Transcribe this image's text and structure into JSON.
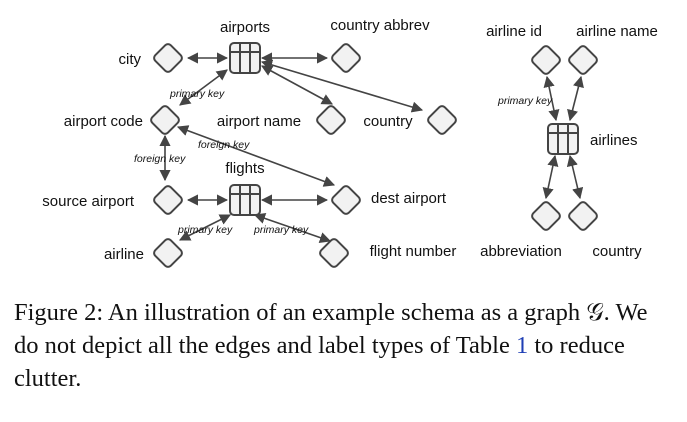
{
  "figure": {
    "labels": {
      "airports": "airports",
      "country_abbrev": "country abbrev",
      "city": "city",
      "airport_code": "airport code",
      "airport_name": "airport name",
      "country": "country",
      "flights": "flights",
      "source_airport": "source airport",
      "dest_airport": "dest airport",
      "airline": "airline",
      "flight_number": "flight number",
      "airline_id": "airline id",
      "airline_name": "airline name",
      "airlines": "airlines",
      "abbreviation": "abbreviation",
      "country2": "country"
    },
    "edge_labels": {
      "pk_airports": "primary key",
      "fk_airports": "foreign key",
      "fk_flights": "foreign key",
      "pk_flights_1": "primary key",
      "pk_flights_2": "primary key",
      "pk_airlines": "primary key"
    }
  },
  "caption": {
    "prefix": "Figure 2:  An illustration of an example schema as a graph 𝒢. We do not depict all the edges and label types of Table",
    "ref": "1",
    "suffix": "to reduce clutter."
  }
}
